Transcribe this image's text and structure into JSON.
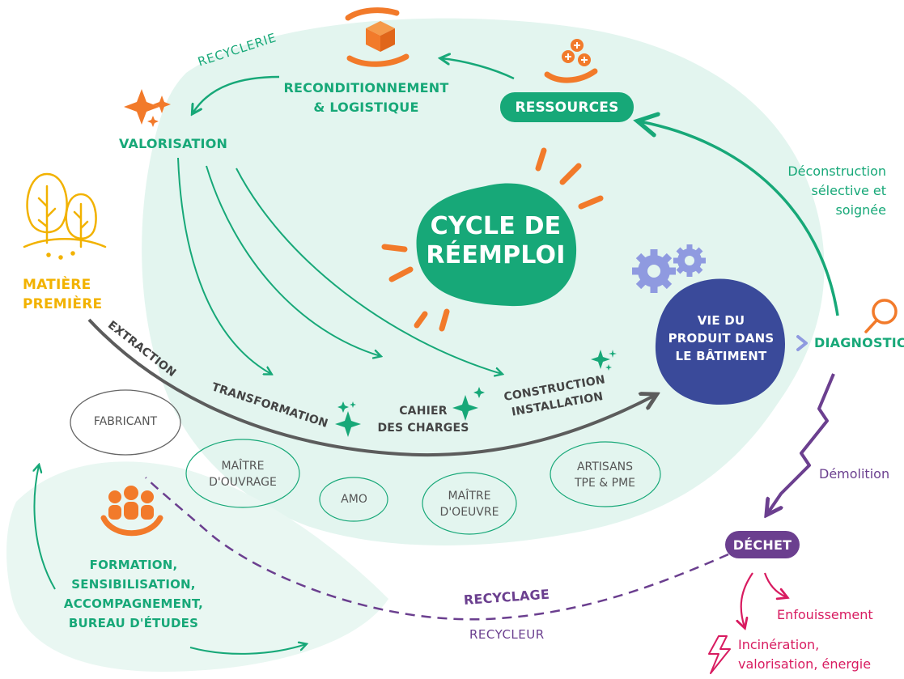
{
  "center": {
    "line1": "CYCLE DE",
    "line2": "RÉEMPLOI"
  },
  "stages": {
    "ressources": "RESSOURCES",
    "reconditionnement_l1": "RECONDITIONNEMENT",
    "reconditionnement_l2": "& LOGISTIQUE",
    "valorisation": "VALORISATION",
    "matiere_l1": "MATIÈRE",
    "matiere_l2": "PREMIÈRE",
    "vie_l1": "VIE DU",
    "vie_l2": "PRODUIT DANS",
    "vie_l3": "LE BÂTIMENT",
    "diagnostic": "DIAGNOSTIC",
    "dechet": "DÉCHET",
    "formation_l1": "FORMATION,",
    "formation_l2": "SENSIBILISATION,",
    "formation_l3": "ACCOMPAGNEMENT,",
    "formation_l4": "BUREAU D'ÉTUDES"
  },
  "steps": {
    "extraction": "EXTRACTION",
    "transformation": "TRANSFORMATION",
    "cahier_l1": "CAHIER",
    "cahier_l2": "DES CHARGES",
    "construction_l1": "CONSTRUCTION",
    "construction_l2": "INSTALLATION",
    "recyclage": "RECYCLAGE"
  },
  "flows": {
    "recyclerie": "RECYCLERIE",
    "deconstruction_l1": "Déconstruction",
    "deconstruction_l2": "sélective et",
    "deconstruction_l3": "soignée",
    "demolition": "Démolition",
    "enfouissement": "Enfouissement",
    "incineration_l1": "Incinération,",
    "incineration_l2": "valorisation, énergie",
    "recycleur": "RECYCLEUR"
  },
  "actors": {
    "fabricant": "FABRICANT",
    "maitre_ouvrage_l1": "MAÎTRE",
    "maitre_ouvrage_l2": "D'OUVRAGE",
    "amo": "AMO",
    "maitre_oeuvre_l1": "MAÎTRE",
    "maitre_oeuvre_l2": "D'OEUVRE",
    "artisans_l1": "ARTISANS",
    "artisans_l2": "TPE & PME"
  },
  "colors": {
    "green": "#17a878",
    "teal_bg": "#e3f5ef",
    "orange": "#f27a2a",
    "yellow": "#f2b200",
    "navy": "#3a4a9a",
    "purple": "#6b3f8f",
    "magenta": "#d81b60",
    "gray": "#5c5c5c",
    "gear": "#8f9ae0"
  },
  "icons": [
    "hand-box-icon",
    "hand-coins-icon",
    "sparkle-icon",
    "trees-icon",
    "gears-icon",
    "magnifier-icon",
    "community-icon",
    "lightning-icon"
  ]
}
